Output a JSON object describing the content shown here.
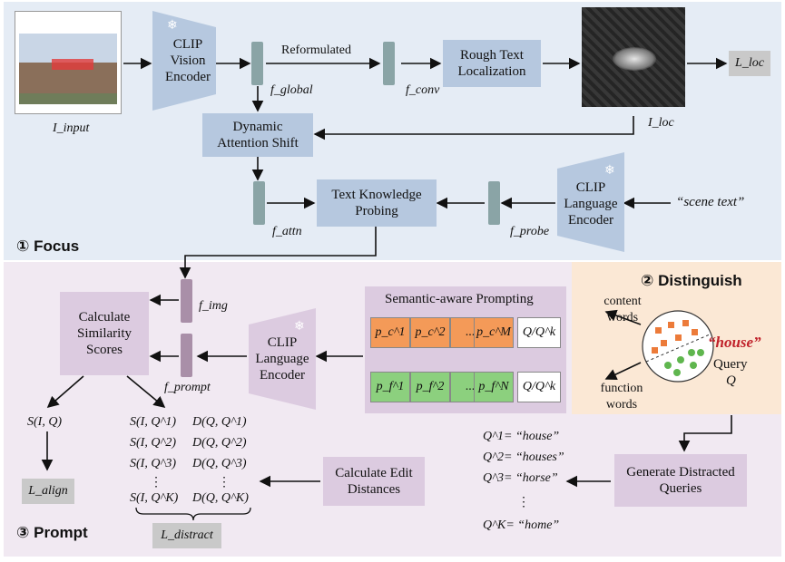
{
  "focus": {
    "section_title": "① Focus",
    "input_label": "I_input",
    "clip_vision": "CLIP Vision Encoder",
    "reformulated": "Reformulated",
    "rough_text_loc": "Rough Text Localization",
    "f_global": "f_global",
    "f_conv": "f_conv",
    "l_loc": "L_loc",
    "i_loc": "I_loc",
    "dynamic_attention": "Dynamic Attention Shift",
    "text_knowledge": "Text Knowledge Probing",
    "f_attn": "f_attn",
    "f_probe": "f_probe",
    "clip_language": "CLIP Language Encoder",
    "scene_text": "“scene text”"
  },
  "distinguish": {
    "section_title": "② Distinguish",
    "content_words": "content words",
    "function_words": "function words",
    "house": "“house”",
    "query": "Query",
    "query_q": "Q"
  },
  "prompt": {
    "section_title": "③ Prompt",
    "semantic_title": "Semantic-aware Prompting",
    "content_tokens": [
      "p_c^1",
      "p_c^2",
      "...",
      "p_c^M"
    ],
    "function_tokens": [
      "p_f^1",
      "p_f^2",
      "...",
      "p_f^N"
    ],
    "q_label": "Q/Q^k",
    "clip_language": "CLIP Language Encoder",
    "calc_similarity": "Calculate Similarity Scores",
    "f_img": "f_img",
    "f_prompt": "f_prompt",
    "s_iq": "S(I, Q)",
    "l_align": "L_align",
    "scores": [
      "S(I, Q^1)",
      "S(I, Q^2)",
      "S(I, Q^3)",
      "⋮",
      "S(I, Q^K)"
    ],
    "distances": [
      "D(Q, Q^1)",
      "D(Q, Q^2)",
      "D(Q, Q^3)",
      "⋮",
      "D(Q, Q^K)"
    ],
    "l_distract": "L_distract",
    "calc_edit": "Calculate Edit Distances",
    "generate": "Generate Distracted Queries",
    "queries": [
      "Q^1= “house”",
      "Q^2= “houses”",
      "Q^3= “horse”",
      "⋮",
      "Q^K= “home”"
    ]
  },
  "colors": {
    "focus_bg": "#e5ecf5",
    "prompt_bg": "#f1e9f2",
    "distinguish_bg": "#fbe8d5",
    "blue_box": "#b6c8df",
    "pink_box": "#dccbe0",
    "orange_token": "#f49a58",
    "green_token": "#8cd07e",
    "house_red": "#c0212a"
  }
}
